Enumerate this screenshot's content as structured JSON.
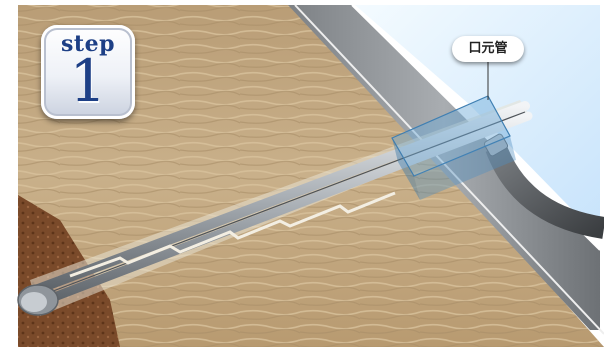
{
  "badge": {
    "word": "step",
    "number": "1"
  },
  "callout": {
    "label": "口元管"
  },
  "colors": {
    "sky": "#dcefff",
    "soil": "#c4ab85",
    "dark_soil": "#7a4a2a",
    "pipe_gray": "#8f959b",
    "badge_text": "#1d3f86"
  }
}
